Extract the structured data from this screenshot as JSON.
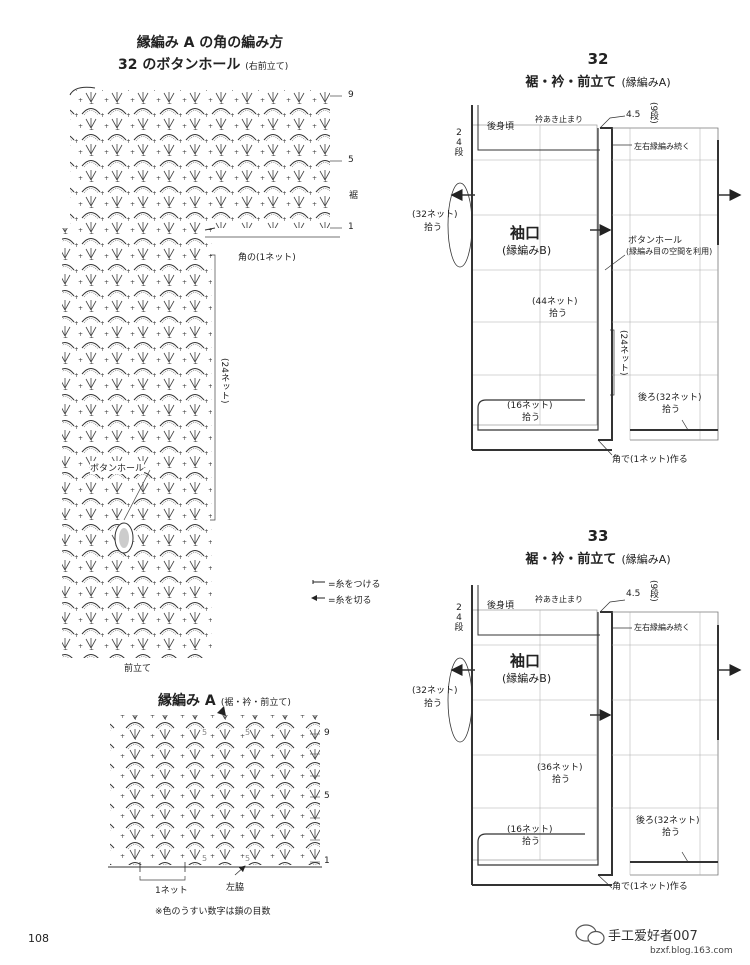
{
  "left": {
    "title1": "縁編み A の角の編み方",
    "title2": "32 のボタンホール",
    "title2_sub": "(右前立て)",
    "row_9": "9",
    "row_5": "5",
    "row_1": "1",
    "hem_label": "裾",
    "corner_label": "角の(1ネット)",
    "net24_label": "(24ネット)",
    "buttonhole_label": "ボタンホール",
    "front_band_label": "前立て",
    "legend_attach": "=糸をつける",
    "legend_cut": "=糸を切る"
  },
  "edgeA": {
    "title": "縁編み A",
    "title_sub": "(裾・衿・前立て)",
    "num5_a": "5",
    "num5_b": "5",
    "num5_c": "5",
    "num5_d": "5",
    "rows": [
      "9",
      "",
      "",
      "5",
      "",
      "",
      "1"
    ],
    "net1": "1ネット",
    "left_side": "左脇",
    "note": "※色のうすい数字は鎖の目数"
  },
  "d32": {
    "num": "32",
    "title": "裾・衿・前立て",
    "title_sub": "(縁編みA)",
    "back_neck": "後身頃",
    "collar_stop": "衿あき止まり",
    "val45": "4.5",
    "row9": "(9段)",
    "row24_left": "2\n4\n段",
    "continue_left": "左右縁編み続く",
    "net32": "(32ネット)",
    "pick": "拾う",
    "sleeve": "袖口",
    "sleeve_sub": "(縁編みB)",
    "buttonhole": "ボタンホール",
    "buttonhole_sub": "(縁編み目の空間を利用)",
    "net44": "(44ネット)",
    "net24_side": "(24ネット)",
    "net16": "(16ネット)",
    "back32": "後ろ(32ネット)",
    "corner": "角で(1ネット)作る"
  },
  "d33": {
    "num": "33",
    "title": "裾・衿・前立て",
    "title_sub": "(縁編みA)",
    "back_neck": "後身頃",
    "collar_stop": "衿あき止まり",
    "val45": "4.5",
    "row9": "(9段)",
    "continue_left": "左右縁編み続く",
    "net32": "(32ネット)",
    "pick": "拾う",
    "sleeve": "袖口",
    "sleeve_sub": "(縁編みB)",
    "net36": "(36ネット)",
    "net16": "(16ネット)",
    "back32": "後ろ(32ネット)",
    "corner": "角で(1ネット)作る"
  },
  "page_number": "108",
  "watermark": "手工爱好者007",
  "watermark_url": "bzxf.blog.163.com"
}
